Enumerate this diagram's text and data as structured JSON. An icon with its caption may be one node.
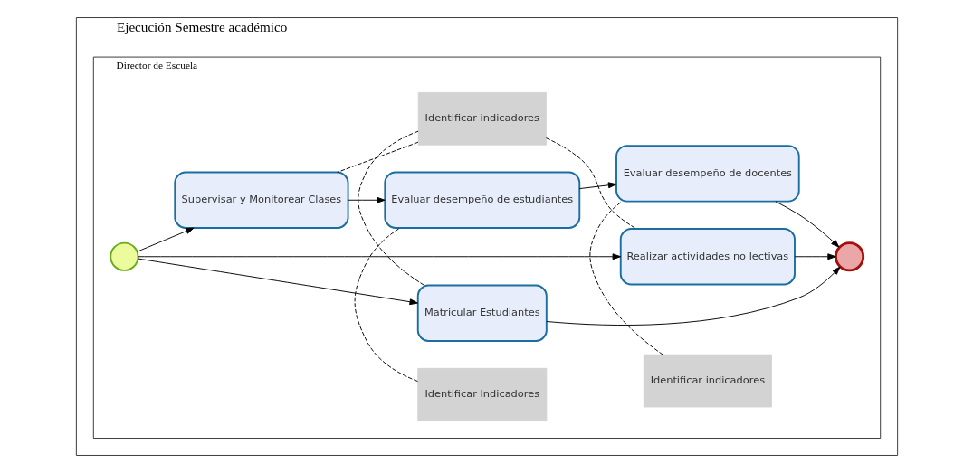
{
  "diagram": {
    "nodes": [
      {
        "text": [
          "Ejecución Semestre académico"
        ]
      },
      {
        "text": [
          "Director de Escuela"
        ],
        "in": 0
      },
      {
        "text": [],
        "shape": "circle",
        "in": 1
      },
      {
        "text": [
          "Matricular Estudiantes"
        ],
        "in": 1
      },
      {
        "text": [
          "Realizar actividades no lectivas"
        ],
        "in": 1
      },
      {
        "text": [
          "Supervisar y Monitorear Clases"
        ],
        "in": 1
      },
      {
        "text": [
          "Identificar indicadores"
        ],
        "in": 1
      },
      {
        "text": [
          "Identificar Indicadores"
        ],
        "in": 1
      },
      {
        "text": [
          "Identificar indicadores"
        ],
        "in": 1
      },
      {
        "text": [
          "Evaluar desempeño de estudiantes"
        ],
        "in": 1
      },
      {
        "text": [
          "Evaluar desempeño de docentes"
        ],
        "in": 1
      },
      {
        "text": [],
        "shape": "circle",
        "in": 1
      }
    ],
    "edges": [
      {
        "from": 2,
        "to": 3,
        "arrow": "to"
      },
      {
        "from": 2,
        "to": 4,
        "arrow": "to"
      },
      {
        "from": 2,
        "to": 5,
        "arrow": "to"
      },
      {
        "from": 3,
        "to": 11,
        "arrow": "to"
      },
      {
        "from": 4,
        "to": 11,
        "arrow": "to"
      },
      {
        "from": 5,
        "to": 9,
        "arrow": "to"
      },
      {
        "from": 9,
        "to": 10,
        "arrow": "to"
      },
      {
        "from": 10,
        "to": 11,
        "arrow": "to"
      },
      {
        "from": 6,
        "to": 3,
        "arrow": "none",
        "style": "dashed"
      },
      {
        "from": 6,
        "to": 4,
        "arrow": "none",
        "style": "dashed"
      },
      {
        "from": 6,
        "to": 5,
        "arrow": "none",
        "style": "dashed"
      },
      {
        "from": 7,
        "to": 9,
        "arrow": "none",
        "style": "dashed"
      },
      {
        "from": 8,
        "to": 10,
        "arrow": "none",
        "style": "dashed"
      }
    ]
  }
}
